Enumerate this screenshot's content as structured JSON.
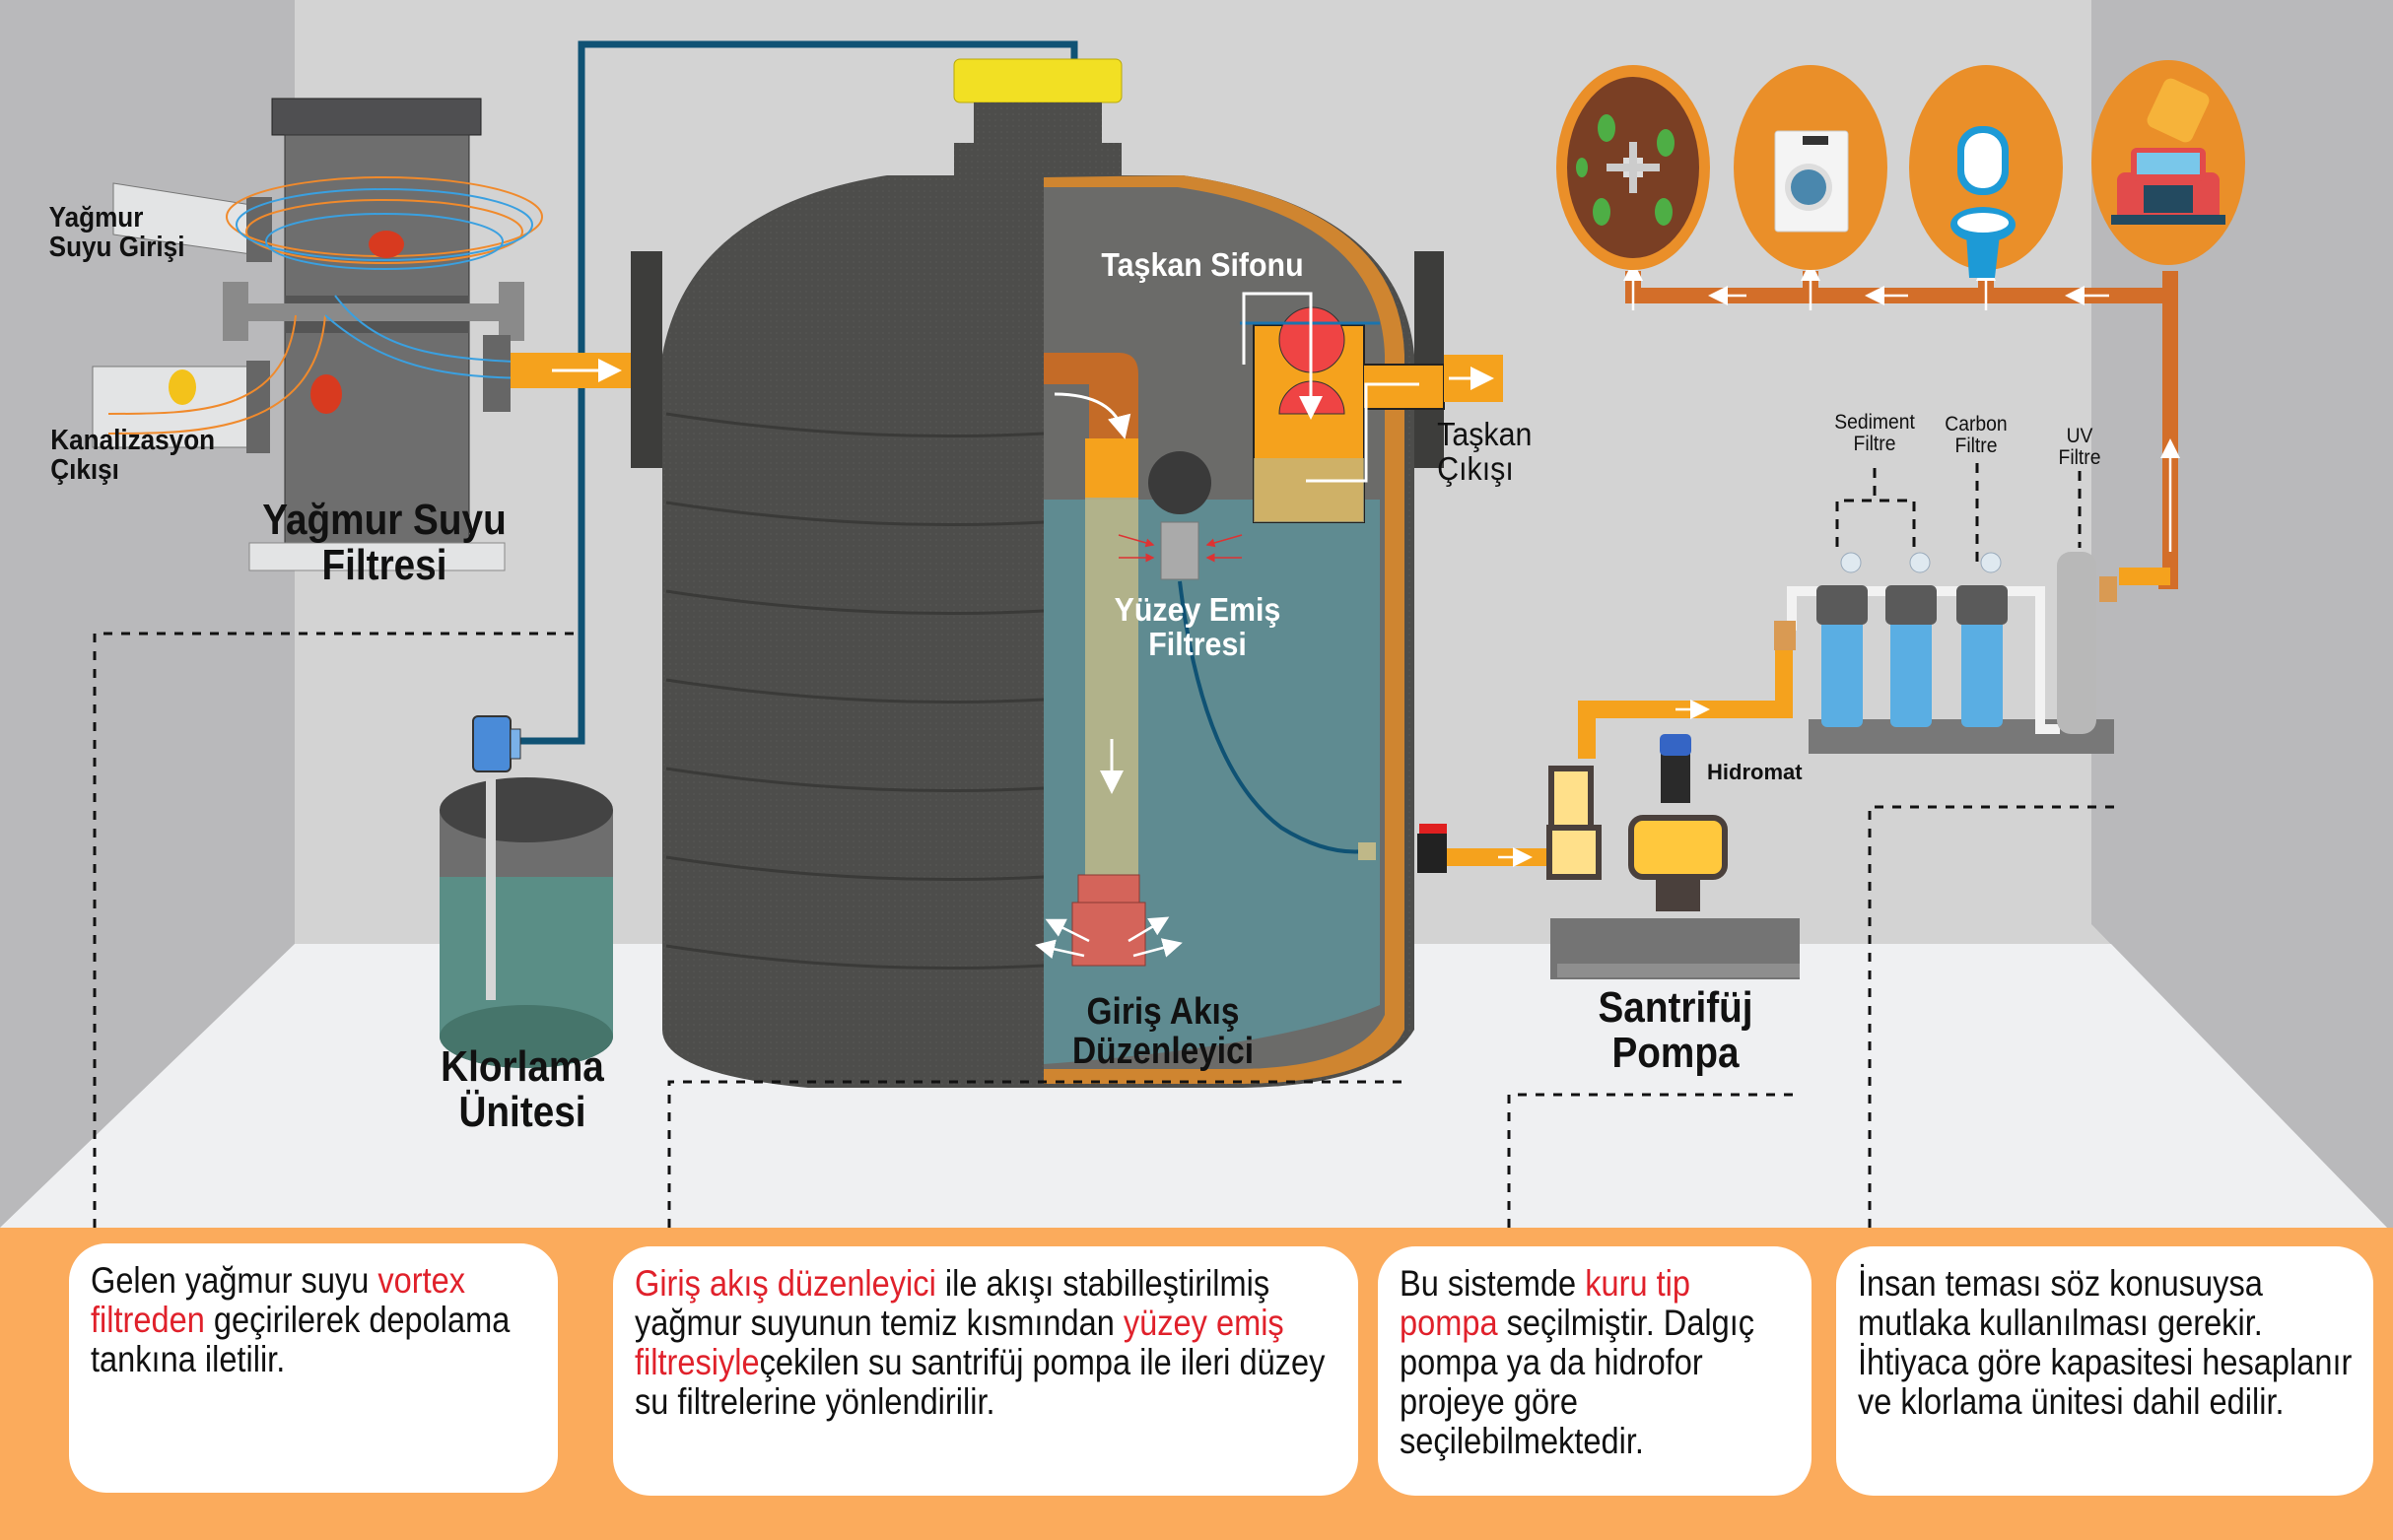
{
  "colors": {
    "wall_back": "#d3d3d3",
    "wall_side": "#b9b9bb",
    "floor": "#eff0f2",
    "band": "#fbab5c",
    "pipe_orange": "#f5a21d",
    "pipe_dark_orange": "#d36e29",
    "pipe_blue": "#0f5274",
    "tank": "#4a4a48",
    "tank_wall_cut": "#cf8530",
    "water": "#5f8b91",
    "highlight_red": "#e0212b",
    "filter_blue": "#5aaee3",
    "pump_yellow": "#ffc83d",
    "lid_yellow": "#f2e023"
  },
  "labels": {
    "rain_inlet": [
      "Yağmur",
      "Suyu Girişi"
    ],
    "sewer_outlet": [
      "Kanalizasyon",
      "Çıkışı"
    ],
    "rain_filter": [
      "Yağmur Suyu",
      "Filtresi"
    ],
    "overflow_siphon": "Taşkan Sifonu",
    "overflow_outlet": [
      "Taşkan",
      "Çıkışı"
    ],
    "surface_filter": [
      "Yüzey Emiş",
      "Filtresi"
    ],
    "flow_regulator": [
      "Giriş Akış",
      "Düzenleyici"
    ],
    "chlorination": [
      "Klorlama",
      "Ünitesi"
    ],
    "pump": [
      "Santrifüj",
      "Pompa"
    ],
    "hidromat": "Hidromat",
    "sediment_filter": [
      "Sediment",
      "Filtre"
    ],
    "carbon_filter": [
      "Carbon",
      "Filtre"
    ],
    "uv_filter": [
      "UV",
      "Filtre"
    ]
  },
  "usage_icons": [
    {
      "name": "irrigation",
      "icon": "sprinkler-icon"
    },
    {
      "name": "washing-machine",
      "icon": "washing-machine-icon"
    },
    {
      "name": "toilet",
      "icon": "toilet-icon"
    },
    {
      "name": "car-wash",
      "icon": "car-wash-icon"
    }
  ],
  "cards": [
    {
      "segments": [
        {
          "text": "Gelen yağmur suyu ",
          "highlight": false
        },
        {
          "text": "vortex filtreden",
          "highlight": true
        },
        {
          "text": " geçirilerek depolama tankına iletilir.",
          "highlight": false
        }
      ]
    },
    {
      "segments": [
        {
          "text": "Giriş akış düzenleyici",
          "highlight": true
        },
        {
          "text": " ile akışı stabilleştirilmiş yağmur suyunun temiz kısmından ",
          "highlight": false
        },
        {
          "text": "yüzey emiş filtresiyle",
          "highlight": true
        },
        {
          "text": "çekilen su santrifüj pompa ile ileri düzey su filtrelerine yönlendirilir.",
          "highlight": false
        }
      ]
    },
    {
      "segments": [
        {
          "text": "Bu sistemde ",
          "highlight": false
        },
        {
          "text": "kuru tip pompa",
          "highlight": true
        },
        {
          "text": " seçilmiştir. Dalgıç pompa ya da hidrofor projeye göre seçilebilmektedir.",
          "highlight": false
        }
      ]
    },
    {
      "segments": [
        {
          "text": "İnsan teması söz konusuysa mutlaka kullanılması gerekir. İhtiyaca göre kapasitesi hesaplanır ve klorlama ünitesi dahil edilir.",
          "highlight": false
        }
      ]
    }
  ]
}
